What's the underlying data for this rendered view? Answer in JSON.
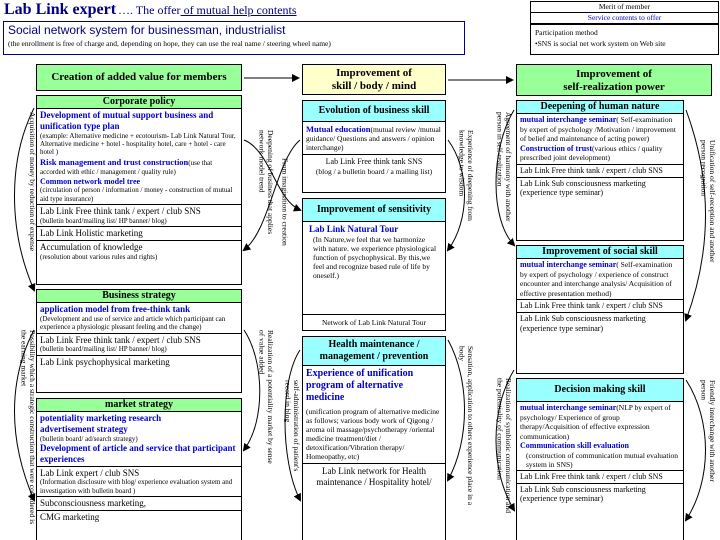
{
  "header": {
    "title_main": "Lab Link expert",
    "title_sep": "….",
    "title_pre": " The offer",
    "title_underlined": " of mutual help contents",
    "subtitle": "Social network system for businessman, industrialist",
    "note": "(the enrollment is free of charge and, depending on hope, they can use the real name / steering wheel name)"
  },
  "legend": {
    "merit": "Merit of member",
    "service": "Service contents to offer",
    "participation": "Participation method",
    "sns": "•SNS is social net work system  on  Web site"
  },
  "col1": {
    "header": "Creation of added value for members",
    "corporate": {
      "title": "Corporate policy",
      "h1": "Development of mutual support business and unification type plan",
      "p1": "(example: Alternative medicine + ecotourism- Lab Link Natural Tour, Alternative medicine + hotel - hospitality hotel, care + hotel - care hotel )",
      "h2": "Risk management and trust construction",
      "p2": "(use that accorded with ethic / management / quality rule)",
      "h3": "Common network model tree",
      "p3": "(circulation of person / information / money - construction of mutual aid type insurance)",
      "l1": "Lab Link Free think tank / expert / club SNS",
      "l1s": "(bulletin board/mailing list/ HP banner/ blog)",
      "l2": "Lab Link Holistic marketing",
      "l3": "Accumulation of knowledge",
      "l3s": "(resolution about various rules and rights)"
    },
    "business": {
      "title": "Business strategy",
      "h1": "application model from  free-think tank",
      "p1": "(Development and use of service and article which participant can experience a physiologic pleasant feeling and the change)",
      "l1": "Lab Link Free think tank / expert / club SNS",
      "l1s": "(bulletin board/mailing list/ HP banner/ blog)",
      "l2": "Lab Link psychophysical marketing"
    },
    "market": {
      "title": "market strategy",
      "h1": "potentiality marketing research",
      "h2": "advertisement strategy",
      "p2": "(bulletin board/ ad/search strategy)",
      "h3": "Development of article and service that  participant experiences",
      "l1": "Lab Link  expert / club SNS",
      "l1s": "(Information disclosure with blog/ experience evaluation system and  investigation with bulletin board )",
      "l2": "Subconsciousness marketing,",
      "l3": "CMG marketing"
    }
  },
  "col2": {
    "header": "Improvement of\nskill /  body / mind",
    "evolution": {
      "title": "Evolution of business skill",
      "h1": "Mutual education",
      "p1": "(mutual review /mutual guidance/ Questions and answers / opinion interchange)",
      "l1": "Lab Link Free think tank SNS",
      "l2": "(blog / a bulletin board / a mailing list)"
    },
    "sensitivity": {
      "title": "Improvement of sensitivity",
      "h1": "Lab Link Natural Tour",
      "p1": "(In Nature,we feel that we harmonize with nature. we experience physiological function of psychophysical. By this,we feel and recognize based rule of life by oneself.)",
      "l1": "Network of Lab Link Natural Tour"
    },
    "health": {
      "title": "Health maintenance /\nmanagement / prevention",
      "h1": "Experience of unification program of alternative medicine",
      "p1": "(unification program of alternative medicine as follows; various body work of Qigong / aroma oil massage/psychotherapy /oriental medicine treatment/diet / detoxification/Vibration therapy/ Homeopathy, etc)",
      "l1": "Lab Link network for Health maintenance / Hospitality hotel/"
    }
  },
  "col3": {
    "header": "Improvement of\nself-realization power",
    "human": {
      "title": "Deepening of human nature",
      "h1": "mutual interchange seminar",
      "p1": "( Self-examination by expert of psychology /Motivation / improvement of belief and maintenance of acting power)",
      "h2": "Construction of trust",
      "p2": "(various ethics / quality prescribed joint development)",
      "l1": "Lab Link Free think tank / expert / club SNS",
      "l2": "Lab Link Sub consciousness marketing (experience type seminar)"
    },
    "social": {
      "title": "Improvement of social skill",
      "h1": "mutual interchange seminar",
      "p1": "( Self-examination by expert of psychology / experience of construct encounter and interchange analysis/ Acquisition of effective presentation method)",
      "l1": "Lab Link Free think tank / expert / club SNS",
      "l2": "Lab Link Sub consciousness marketing (experience type seminar)"
    },
    "decision": {
      "title": "Decision making skill",
      "h1": "mutual interchange seminar",
      "p1": "(NLP by expert of psychology/ Experience of group therapy/Acquisition of effective expression communication)",
      "h2": "Communication skill evaluation",
      "p2": "(construction of communication mutual evaluation system in SNS)",
      "l1": "Lab Link Free think tank / expert / club SNS",
      "l2": "Lab Link Sub consciousness marketing (experience type seminar)"
    }
  },
  "arrows": {
    "a1": "Acquisition of money by reduction of expense",
    "a2": "Possibility which a strategic construction that were considered is the earning market",
    "a3": "Deepening of business that applies network model trend",
    "a4": "From imagination to creation",
    "a5": "Realization of a potentiality market by sense of value added",
    "a6": "self-administration of patient's record in blog",
    "a7": "Experience of deepening from knowledge to wisdom",
    "a8": "Agreement of harmony with another person in self-realization",
    "a9": "Sensation, application to others experience place in a body",
    "a10": "Realization of symbiotic communication and the potentiality of communication",
    "a11": "Unification of self-reception and another person recognition",
    "a12": "Friendly interchange with another person"
  }
}
